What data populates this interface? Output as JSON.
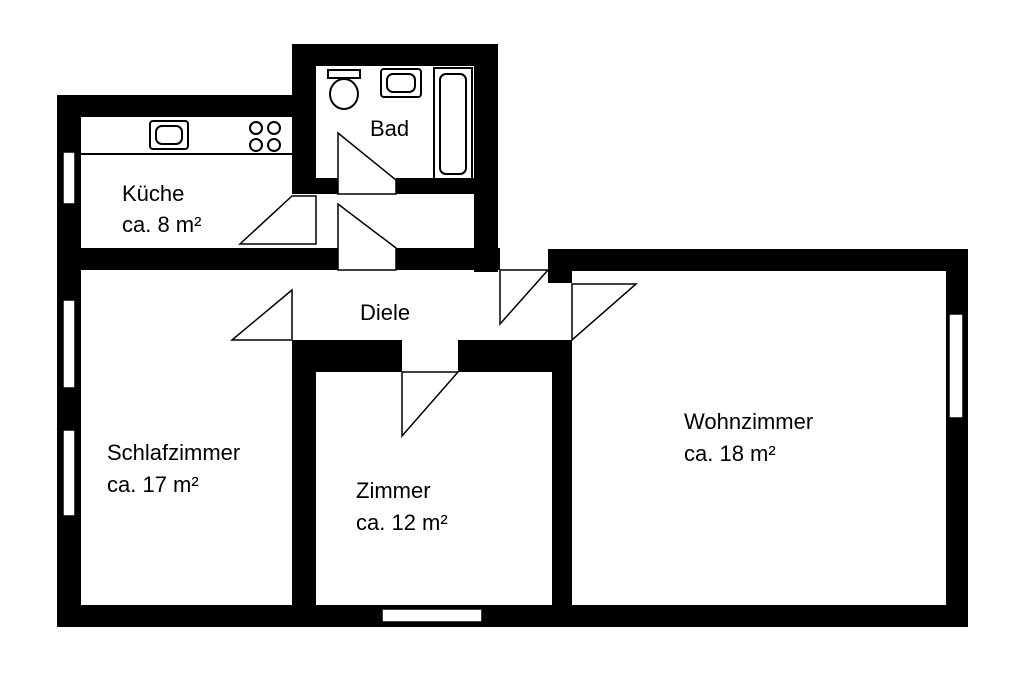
{
  "rooms": {
    "kueche": {
      "name": "Küche",
      "area": "ca. 8 m²"
    },
    "bad": {
      "name": "Bad"
    },
    "diele": {
      "name": "Diele"
    },
    "schlafzimmer": {
      "name": "Schlafzimmer",
      "area": "ca. 17 m²"
    },
    "zimmer": {
      "name": "Zimmer",
      "area": "ca. 12 m²"
    },
    "wohnzimmer": {
      "name": "Wohnzimmer",
      "area": "ca. 18 m²"
    }
  },
  "colors": {
    "wall": "#000000",
    "floor": "#ffffff"
  }
}
